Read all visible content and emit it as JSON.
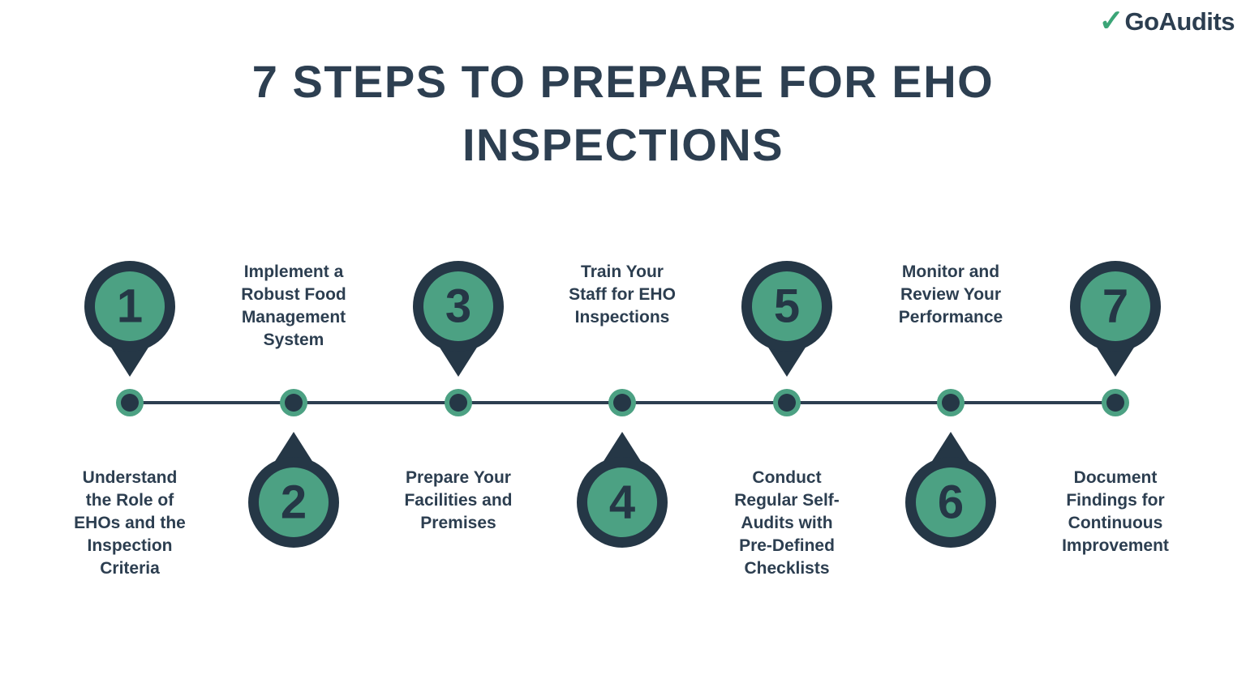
{
  "logo": {
    "check_icon": "✓",
    "text": "GoAudits"
  },
  "title": {
    "text": "7 STEPS TO PREPARE FOR EHO\nINSPECTIONS"
  },
  "colors": {
    "navy_shape": "#253746",
    "navy_text": "#2c3e50",
    "green": "#4ca183",
    "logo_green": "#3ba577",
    "background": "#ffffff"
  },
  "timeline": {
    "step_count": 7
  },
  "steps": [
    {
      "number": "1",
      "label": "Understand\nthe Role of\nEHOs and the\nInspection\nCriteria"
    },
    {
      "number": "2",
      "label": "Implement a\nRobust Food\nManagement\nSystem"
    },
    {
      "number": "3",
      "label": "Prepare Your\nFacilities and\nPremises"
    },
    {
      "number": "4",
      "label": "Train Your\nStaff for EHO\nInspections"
    },
    {
      "number": "5",
      "label": "Conduct\nRegular Self-\nAudits with\nPre-Defined\nChecklists"
    },
    {
      "number": "6",
      "label": "Monitor and\nReview Your\nPerformance"
    },
    {
      "number": "7",
      "label": "Document\nFindings for\nContinuous\nImprovement"
    }
  ]
}
